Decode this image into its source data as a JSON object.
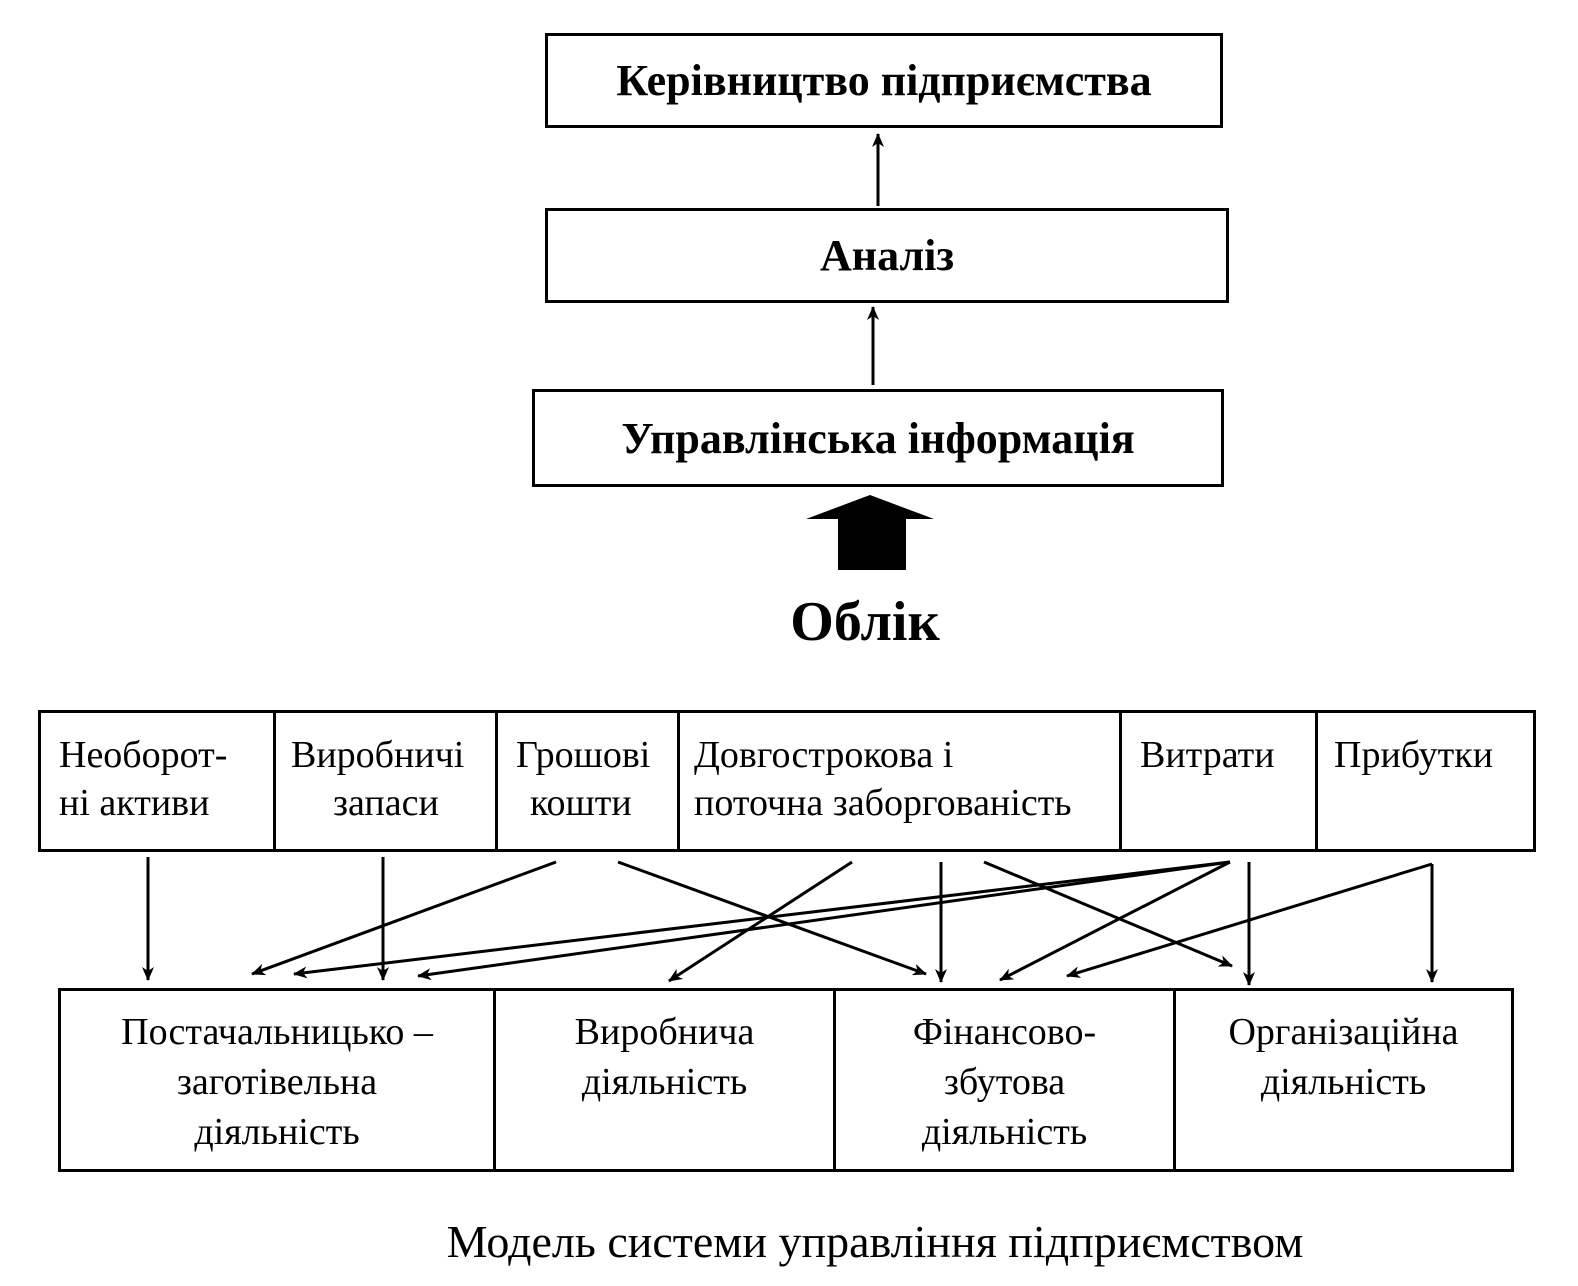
{
  "top_chain": {
    "management": "Керівництво підприємства",
    "analysis": "Аналіз",
    "mgmt_info": "Управлінська інформація"
  },
  "accounting_label": "Облік",
  "categories": [
    {
      "lines": [
        "Необорот-",
        "ні активи"
      ]
    },
    {
      "lines": [
        "Виробничі",
        "запаси"
      ]
    },
    {
      "lines": [
        "Грошові",
        "кошти"
      ]
    },
    {
      "lines": [
        "Довгострокова і",
        "поточна заборгованість"
      ]
    },
    {
      "lines": [
        "Витрати"
      ]
    },
    {
      "lines": [
        "Прибутки"
      ]
    }
  ],
  "activities": [
    {
      "lines": [
        "Постачальницько –",
        "заготівельна",
        "діяльність"
      ]
    },
    {
      "lines": [
        "Виробнича",
        "діяльність"
      ]
    },
    {
      "lines": [
        "Фінансово-",
        "збутова",
        "діяльність"
      ]
    },
    {
      "lines": [
        "Організаційна",
        "діяльність"
      ]
    }
  ],
  "caption": "Модель системи управління підприємством"
}
